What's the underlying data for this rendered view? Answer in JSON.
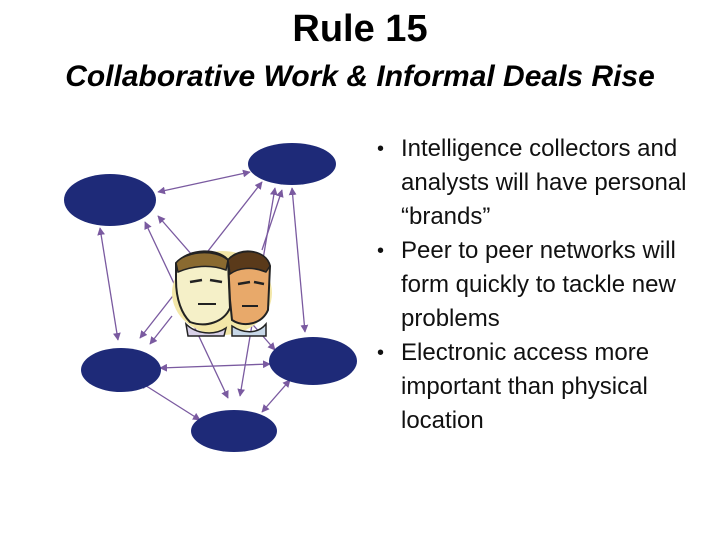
{
  "slide": {
    "title": "Rule 15",
    "subtitle": "Collaborative Work & Informal Deals Rise"
  },
  "diagram": {
    "node_color": "#1e2a78",
    "edge_color": "#7a5aa0",
    "nodes": [
      "node-top",
      "node-upper-left",
      "node-lower-left",
      "node-lower-right",
      "node-bottom"
    ],
    "clipart": "two-faces-clipart"
  },
  "bullets": [
    "Intelligence collectors and analysts will have personal “brands”",
    "Peer to peer networks will form quickly to tackle new problems",
    "Electronic access more important than physical location"
  ]
}
